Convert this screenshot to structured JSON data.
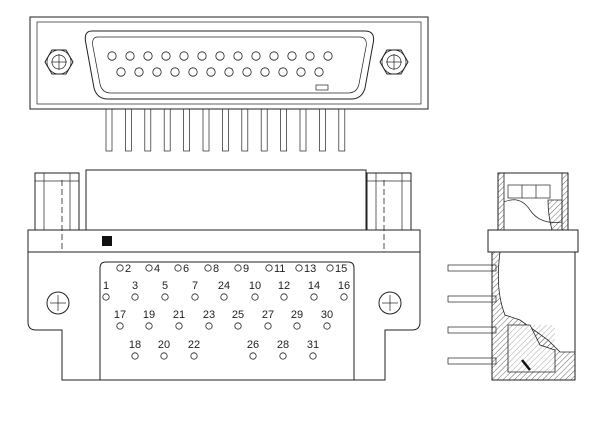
{
  "pin_rows": {
    "top": [
      "2",
      "4",
      "6",
      "8",
      "9",
      "11",
      "13",
      "15"
    ],
    "second": [
      "1",
      "3",
      "5",
      "7",
      "24",
      "10",
      "12",
      "14",
      "16"
    ],
    "third": [
      "17",
      "19",
      "21",
      "23",
      "25",
      "27",
      "29",
      "30"
    ],
    "bottom": [
      "18",
      "20",
      "22",
      "26",
      "28",
      "31"
    ]
  },
  "top_view": {
    "upper_contact_row_count": 13,
    "lower_contact_row_count": 12,
    "solder_tail_count": 13
  },
  "side_view": {
    "pin_count": 4
  }
}
